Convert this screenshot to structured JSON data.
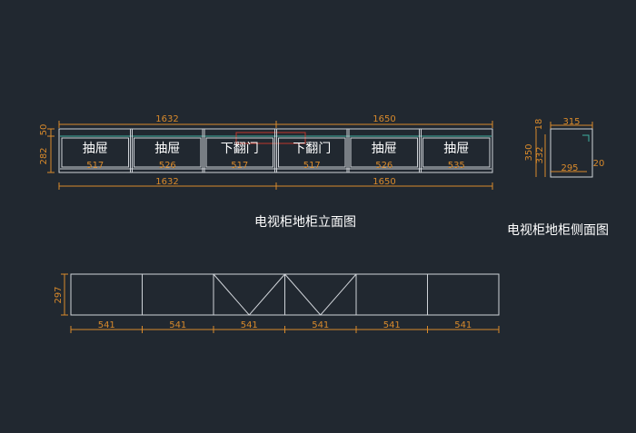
{
  "front_view": {
    "title": "电视柜地柜立面图",
    "top_dims": [
      "1632",
      "1650"
    ],
    "bottom_dims": [
      "1632",
      "1650"
    ],
    "left_dims": [
      "50",
      "282"
    ],
    "compartments": [
      {
        "label": "抽屉",
        "width": "517"
      },
      {
        "label": "抽屉",
        "width": "526"
      },
      {
        "label": "下翻门",
        "width": "517"
      },
      {
        "label": "下翻门",
        "width": "517"
      },
      {
        "label": "抽屉",
        "width": "526"
      },
      {
        "label": "抽屉",
        "width": "535"
      }
    ]
  },
  "side_view": {
    "title": "电视柜地柜侧面图",
    "top_dims": [
      "18",
      "315"
    ],
    "left_dims": [
      "350",
      "332"
    ],
    "bottom_dim": "295",
    "right_dim": "20"
  },
  "plan_view": {
    "height_dim": "297",
    "widths": [
      "541",
      "541",
      "541",
      "541",
      "541",
      "541"
    ]
  },
  "colors": {
    "background": "#212830",
    "dimension": "#d98a2b",
    "outline": "#cfd3d8",
    "accent_green": "#3fb0a0",
    "highlight_red": "#c0392b"
  }
}
